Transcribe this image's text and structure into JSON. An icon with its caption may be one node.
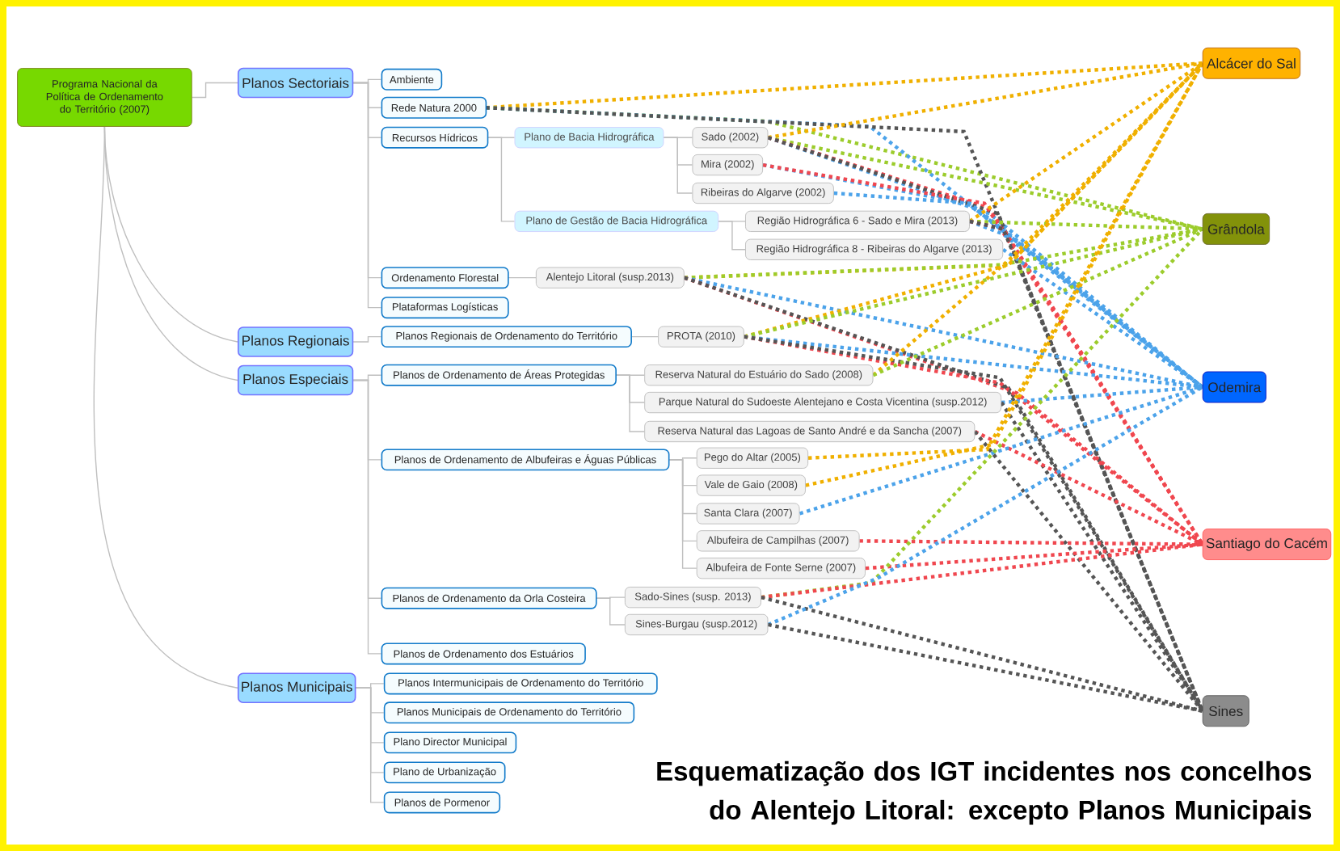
{
  "diagram": {
    "caption": "Esquematização dos IGT incidentes nos concelhos do Alentejo Litoral: excepto Planos Municipais",
    "nodes": [
      {
        "text": [
          "Programa Nacional da Política de Ordenamento do Território (2007)"
        ]
      },
      {
        "text": [
          "Planos Sectoriais"
        ]
      },
      {
        "text": [
          "Ambiente"
        ]
      },
      {
        "text": [
          "Rede Natura 2000"
        ]
      },
      {
        "text": [
          "Recursos Hídricos"
        ]
      },
      {
        "text": [
          "Plano de Bacia Hidrográfica"
        ]
      },
      {
        "text": [
          "Sado (2002)"
        ]
      },
      {
        "text": [
          "Mira (2002)"
        ]
      },
      {
        "text": [
          "Ribeiras do Algarve (2002)"
        ]
      },
      {
        "text": [
          "Plano de Gestão de Bacia Hidrográfica"
        ]
      },
      {
        "text": [
          "Região Hidrográfica 6 - Sado e Mira (2013)"
        ]
      },
      {
        "text": [
          "Região Hidrográfica 8 - Ribeiras do Algarve (2013)"
        ]
      },
      {
        "text": [
          "Ordenamento Florestal"
        ]
      },
      {
        "text": [
          "Alentejo Litoral (susp.2013)"
        ]
      },
      {
        "text": [
          "Plataformas Logísticas"
        ]
      },
      {
        "text": [
          "Planos Regionais"
        ]
      },
      {
        "text": [
          "Planos Regionais de Ordenamento do Território"
        ]
      },
      {
        "text": [
          "PROTA (2010)"
        ]
      },
      {
        "text": [
          "Planos Especiais"
        ]
      },
      {
        "text": [
          "Planos de Ordenamento de Áreas Protegidas"
        ]
      },
      {
        "text": [
          "Reserva Natural do Estuário do Sado (2008)"
        ]
      },
      {
        "text": [
          "Parque Natural do Sudoeste Alentejano e Costa Vicentina (susp.2012)"
        ]
      },
      {
        "text": [
          "Reserva Natural das Lagoas de Santo André e da Sancha (2007)"
        ]
      },
      {
        "text": [
          "Planos de Ordenamento de Albufeiras e Águas Públicas"
        ]
      },
      {
        "text": [
          "Pego do Altar (2005)"
        ]
      },
      {
        "text": [
          "Vale de Gaio (2008)"
        ]
      },
      {
        "text": [
          "Santa Clara (2007)"
        ]
      },
      {
        "text": [
          "Albufeira de Campilhas (2007)"
        ]
      },
      {
        "text": [
          "Albufeira de Fonte Serne (2007)"
        ]
      },
      {
        "text": [
          "Planos de Ordenamento da Orla Costeira"
        ]
      },
      {
        "text": [
          "Sado-Sines (susp. 2013)"
        ]
      },
      {
        "text": [
          "Sines-Burgau (susp.2012)"
        ]
      },
      {
        "text": [
          "Planos de Ordenamento dos Estuários"
        ]
      },
      {
        "text": [
          "Planos Municipais"
        ]
      },
      {
        "text": [
          "Planos Intermunicipais de Ordenamento do Território"
        ]
      },
      {
        "text": [
          "Planos Municipais de Ordenamento do Território"
        ]
      },
      {
        "text": [
          "Plano Director Municipal"
        ]
      },
      {
        "text": [
          "Plano de Urbanização"
        ]
      },
      {
        "text": [
          "Planos de Pormenor"
        ]
      },
      {
        "text": [
          "Alcácer do Sal"
        ]
      },
      {
        "text": [
          "Grândola"
        ]
      },
      {
        "text": [
          "Odemira"
        ]
      },
      {
        "text": [
          "Santiago do Cacém"
        ]
      },
      {
        "text": [
          "Sines"
        ]
      }
    ],
    "edges": [
      {
        "from": 0,
        "to": 1,
        "arrow": "none"
      },
      {
        "from": 0,
        "to": 15,
        "arrow": "none"
      },
      {
        "from": 0,
        "to": 18,
        "arrow": "none"
      },
      {
        "from": 0,
        "to": 33,
        "arrow": "none"
      },
      {
        "from": 1,
        "to": 2,
        "arrow": "none"
      },
      {
        "from": 1,
        "to": 3,
        "arrow": "none"
      },
      {
        "from": 1,
        "to": 4,
        "arrow": "none"
      },
      {
        "from": 1,
        "to": 12,
        "arrow": "none"
      },
      {
        "from": 1,
        "to": 14,
        "arrow": "none"
      },
      {
        "from": 4,
        "to": 5,
        "arrow": "none"
      },
      {
        "from": 4,
        "to": 9,
        "arrow": "none"
      },
      {
        "from": 5,
        "to": 6,
        "arrow": "none"
      },
      {
        "from": 5,
        "to": 7,
        "arrow": "none"
      },
      {
        "from": 5,
        "to": 8,
        "arrow": "none"
      },
      {
        "from": 9,
        "to": 10,
        "arrow": "none"
      },
      {
        "from": 9,
        "to": 11,
        "arrow": "none"
      },
      {
        "from": 12,
        "to": 13,
        "arrow": "none"
      },
      {
        "from": 15,
        "to": 16,
        "arrow": "none"
      },
      {
        "from": 16,
        "to": 17,
        "arrow": "none"
      },
      {
        "from": 18,
        "to": 19,
        "arrow": "none"
      },
      {
        "from": 18,
        "to": 23,
        "arrow": "none"
      },
      {
        "from": 18,
        "to": 29,
        "arrow": "none"
      },
      {
        "from": 18,
        "to": 32,
        "arrow": "none"
      },
      {
        "from": 19,
        "to": 20,
        "arrow": "none"
      },
      {
        "from": 19,
        "to": 21,
        "arrow": "none"
      },
      {
        "from": 19,
        "to": 22,
        "arrow": "none"
      },
      {
        "from": 23,
        "to": 24,
        "arrow": "none"
      },
      {
        "from": 23,
        "to": 25,
        "arrow": "none"
      },
      {
        "from": 23,
        "to": 26,
        "arrow": "none"
      },
      {
        "from": 23,
        "to": 27,
        "arrow": "none"
      },
      {
        "from": 23,
        "to": 28,
        "arrow": "none"
      },
      {
        "from": 29,
        "to": 30,
        "arrow": "none"
      },
      {
        "from": 29,
        "to": 31,
        "arrow": "none"
      },
      {
        "from": 33,
        "to": 34,
        "arrow": "none"
      },
      {
        "from": 33,
        "to": 35,
        "arrow": "none"
      },
      {
        "from": 33,
        "to": 36,
        "arrow": "none"
      },
      {
        "from": 33,
        "to": 37,
        "arrow": "none"
      },
      {
        "from": 33,
        "to": 38,
        "arrow": "none"
      },
      {
        "from": 3,
        "to": 39,
        "arrow": "none",
        "style": "dashed",
        "color": "#f0b000"
      },
      {
        "from": 3,
        "to": 40,
        "arrow": "none",
        "style": "dashed",
        "color": "#9ccc2c"
      },
      {
        "from": 3,
        "to": 41,
        "arrow": "none",
        "style": "dashed",
        "color": "#4ca3ea"
      },
      {
        "from": 3,
        "to": 43,
        "arrow": "none",
        "style": "dashed",
        "color": "#555555"
      },
      {
        "from": 6,
        "to": 39,
        "arrow": "none",
        "style": "dashed",
        "color": "#f0b000"
      },
      {
        "from": 6,
        "to": 40,
        "arrow": "none",
        "style": "dashed",
        "color": "#9ccc2c"
      },
      {
        "from": 6,
        "to": 41,
        "arrow": "none",
        "style": "dashed",
        "color": "#4ca3ea"
      },
      {
        "from": 6,
        "to": 42,
        "arrow": "none",
        "style": "dashed",
        "color": "#f0474f"
      },
      {
        "from": 6,
        "to": 43,
        "arrow": "none",
        "style": "dashed",
        "color": "#555555"
      },
      {
        "from": 7,
        "to": 41,
        "arrow": "none",
        "style": "dashed",
        "color": "#4ca3ea"
      },
      {
        "from": 7,
        "to": 42,
        "arrow": "none",
        "style": "dashed",
        "color": "#f0474f"
      },
      {
        "from": 8,
        "to": 41,
        "arrow": "none",
        "style": "dashed",
        "color": "#4ca3ea"
      },
      {
        "from": 10,
        "to": 39,
        "arrow": "none",
        "style": "dashed",
        "color": "#f0b000"
      },
      {
        "from": 10,
        "to": 40,
        "arrow": "none",
        "style": "dashed",
        "color": "#9ccc2c"
      },
      {
        "from": 10,
        "to": 41,
        "arrow": "none",
        "style": "dashed",
        "color": "#4ca3ea"
      },
      {
        "from": 10,
        "to": 42,
        "arrow": "none",
        "style": "dashed",
        "color": "#f0474f"
      },
      {
        "from": 10,
        "to": 43,
        "arrow": "none",
        "style": "dashed",
        "color": "#555555"
      },
      {
        "from": 11,
        "to": 41,
        "arrow": "none",
        "style": "dashed",
        "color": "#4ca3ea"
      },
      {
        "from": 13,
        "to": 39,
        "arrow": "none",
        "style": "dashed",
        "color": "#f0b000"
      },
      {
        "from": 13,
        "to": 40,
        "arrow": "none",
        "style": "dashed",
        "color": "#9ccc2c"
      },
      {
        "from": 13,
        "to": 41,
        "arrow": "none",
        "style": "dashed",
        "color": "#4ca3ea"
      },
      {
        "from": 13,
        "to": 42,
        "arrow": "none",
        "style": "dashed",
        "color": "#f0474f"
      },
      {
        "from": 13,
        "to": 43,
        "arrow": "none",
        "style": "dashed",
        "color": "#555555"
      },
      {
        "from": 17,
        "to": 39,
        "arrow": "none",
        "style": "dashed",
        "color": "#f0b000"
      },
      {
        "from": 17,
        "to": 40,
        "arrow": "none",
        "style": "dashed",
        "color": "#9ccc2c"
      },
      {
        "from": 17,
        "to": 41,
        "arrow": "none",
        "style": "dashed",
        "color": "#4ca3ea"
      },
      {
        "from": 17,
        "to": 42,
        "arrow": "none",
        "style": "dashed",
        "color": "#f0474f"
      },
      {
        "from": 17,
        "to": 43,
        "arrow": "none",
        "style": "dashed",
        "color": "#555555"
      },
      {
        "from": 20,
        "to": 39,
        "arrow": "none",
        "style": "dashed",
        "color": "#f0b000"
      },
      {
        "from": 20,
        "to": 40,
        "arrow": "none",
        "style": "dashed",
        "color": "#9ccc2c"
      },
      {
        "from": 21,
        "to": 41,
        "arrow": "none",
        "style": "dashed",
        "color": "#4ca3ea"
      },
      {
        "from": 21,
        "to": 43,
        "arrow": "none",
        "style": "dashed",
        "color": "#555555"
      },
      {
        "from": 22,
        "to": 42,
        "arrow": "none",
        "style": "dashed",
        "color": "#f0474f"
      },
      {
        "from": 22,
        "to": 43,
        "arrow": "none",
        "style": "dashed",
        "color": "#555555"
      },
      {
        "from": 24,
        "to": 39,
        "arrow": "none",
        "style": "dashed",
        "color": "#f0b000"
      },
      {
        "from": 25,
        "to": 39,
        "arrow": "none",
        "style": "dashed",
        "color": "#f0b000"
      },
      {
        "from": 26,
        "to": 41,
        "arrow": "none",
        "style": "dashed",
        "color": "#4ca3ea"
      },
      {
        "from": 27,
        "to": 42,
        "arrow": "none",
        "style": "dashed",
        "color": "#f0474f"
      },
      {
        "from": 28,
        "to": 42,
        "arrow": "none",
        "style": "dashed",
        "color": "#f0474f"
      },
      {
        "from": 30,
        "to": 40,
        "arrow": "none",
        "style": "dashed",
        "color": "#9ccc2c"
      },
      {
        "from": 30,
        "to": 42,
        "arrow": "none",
        "style": "dashed",
        "color": "#f0474f"
      },
      {
        "from": 30,
        "to": 43,
        "arrow": "none",
        "style": "dashed",
        "color": "#555555"
      },
      {
        "from": 31,
        "to": 41,
        "arrow": "none",
        "style": "dashed",
        "color": "#4ca3ea"
      },
      {
        "from": 31,
        "to": 43,
        "arrow": "none",
        "style": "dashed",
        "color": "#555555"
      }
    ]
  }
}
